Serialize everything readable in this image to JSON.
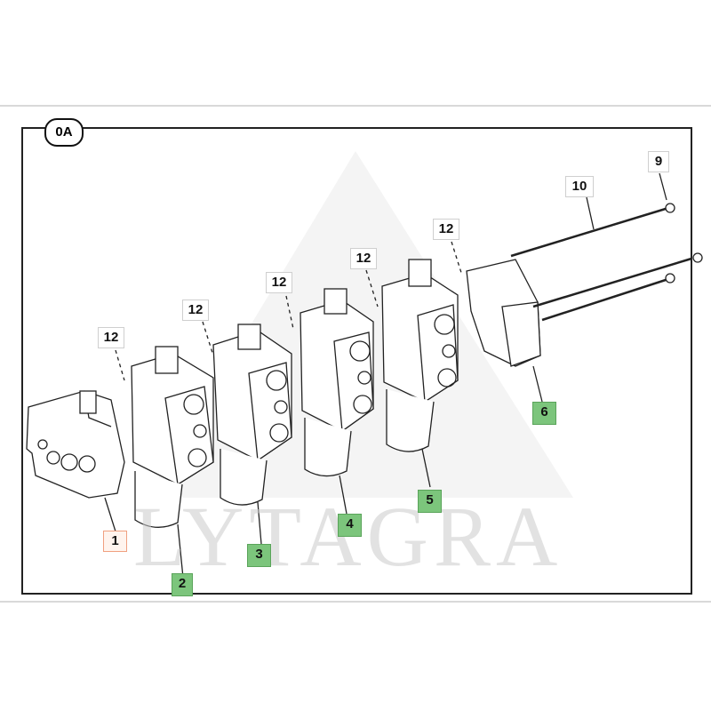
{
  "view_label": "0A",
  "watermark": "LYTAGRA",
  "callouts": {
    "c1": "1",
    "c2": "2",
    "c3": "3",
    "c4": "4",
    "c5": "5",
    "c6": "6",
    "c9": "9",
    "c10": "10",
    "c12": "12"
  },
  "colors": {
    "highlight_green": "#7cc57c",
    "highlight_orange": "#f0a080",
    "line": "#222222"
  }
}
